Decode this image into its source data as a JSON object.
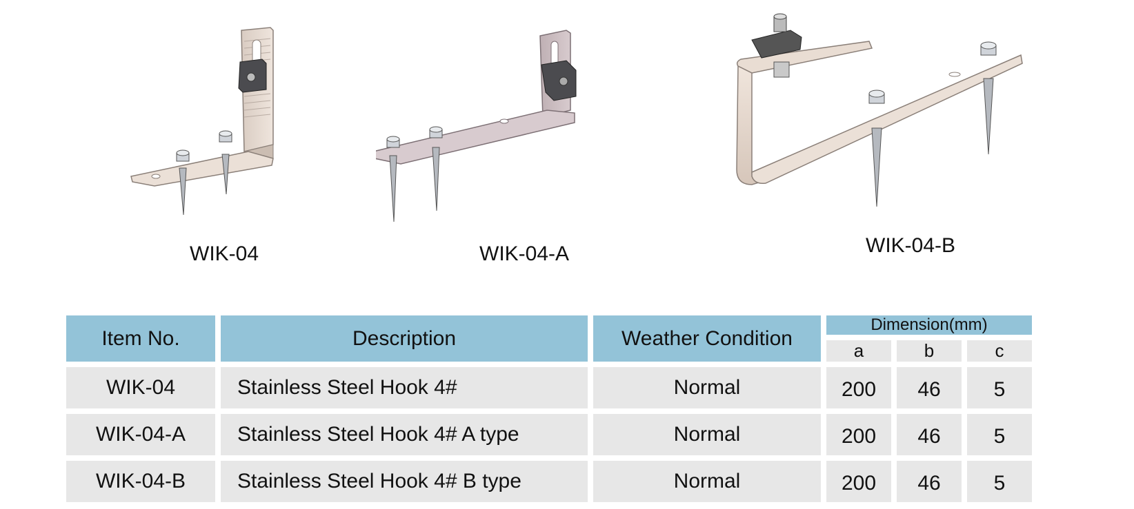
{
  "products": [
    {
      "label": "WIK-04",
      "icon": "l-hook-icon"
    },
    {
      "label": "WIK-04-A",
      "icon": "l-hook-a-icon"
    },
    {
      "label": "WIK-04-B",
      "icon": "u-hook-b-icon"
    }
  ],
  "table": {
    "headers": {
      "item": "Item No.",
      "description": "Description",
      "weather": "Weather Condition",
      "dimension": "Dimension(mm)",
      "a": "a",
      "b": "b",
      "c": "c"
    },
    "rows": [
      {
        "item": "WIK-04",
        "description": "Stainless Steel Hook 4#",
        "weather": "Normal",
        "a": "200",
        "b": "46",
        "c": "5"
      },
      {
        "item": "WIK-04-A",
        "description": "Stainless Steel Hook 4# A type",
        "weather": "Normal",
        "a": "200",
        "b": "46",
        "c": "5"
      },
      {
        "item": "WIK-04-B",
        "description": "Stainless Steel Hook 4# B type",
        "weather": "Normal",
        "a": "200",
        "b": "46",
        "c": "5"
      }
    ]
  },
  "colors": {
    "header_bg": "#93c3d8",
    "cell_bg": "#e7e7e7",
    "metal": "#e9dcd2"
  }
}
